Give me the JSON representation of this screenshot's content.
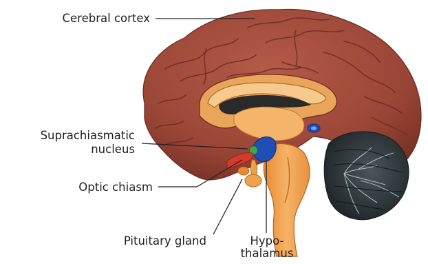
{
  "labels": {
    "cerebral_cortex": "Cerebral cortex",
    "scn_line1": "Suprachiasmatic",
    "scn_line2": "nucleus",
    "optic_chiasm": "Optic chiasm",
    "pituitary_gland": "Pituitary gland",
    "hypothalamus_line1": "Hypo-",
    "hypothalamus_line2": "thalamus"
  },
  "colors": {
    "cortex": "#9a4637",
    "cortex_dark": "#6b2a20",
    "white_matter": "#f2b768",
    "corpus_callosum": "#f6c98c",
    "brainstem": "#f0a14c",
    "cerebellum": "#2f3a3e",
    "hypothalamus": "#1f4fb6",
    "scn": "#3fa64a",
    "optic": "#d43a2a",
    "ventricle": "#2a2a2a",
    "leader_line": "#222222"
  }
}
